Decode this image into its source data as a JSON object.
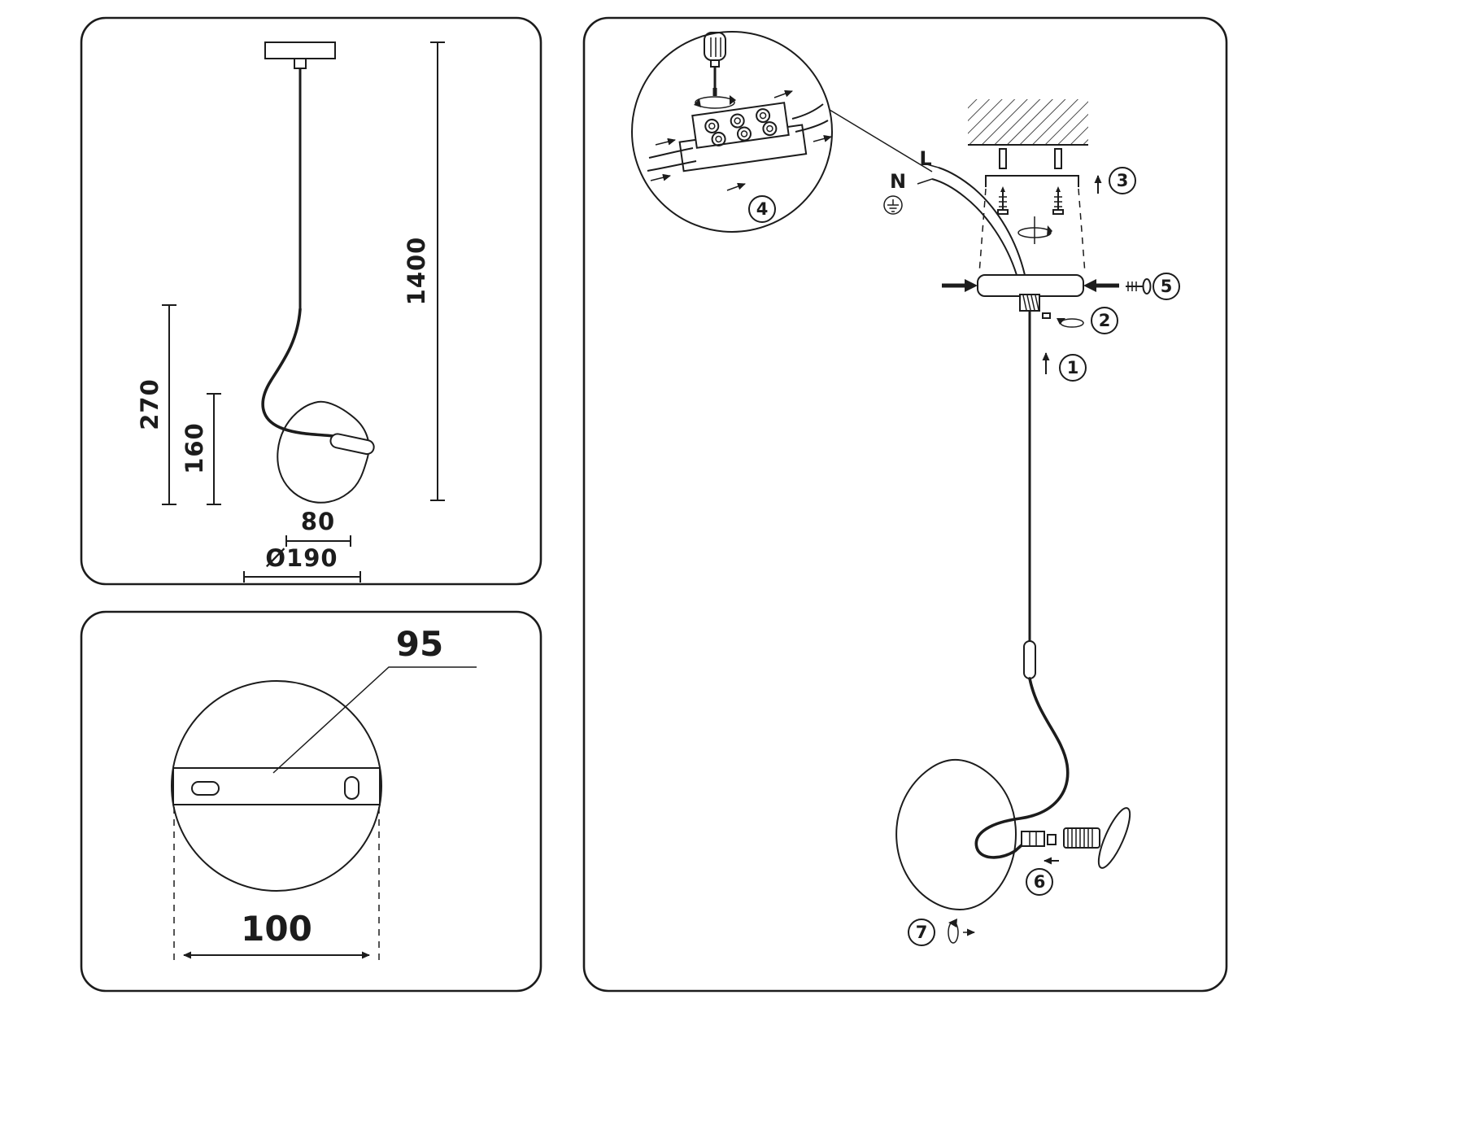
{
  "colors": {
    "ink": "#1c1c1c",
    "paper": "#ffffff"
  },
  "dimension_panel": {
    "overall_drop": "1400",
    "swirl_drop": "270",
    "shade_drop": "160",
    "holder_width": "80",
    "shade_diameter": "Ø190"
  },
  "canopy_panel": {
    "slot_spacing": "95",
    "canopy_width": "100"
  },
  "install_panel": {
    "wire_labels": {
      "neutral": "N",
      "live": "L"
    },
    "steps": [
      "1",
      "2",
      "3",
      "4",
      "5",
      "6",
      "7"
    ]
  }
}
